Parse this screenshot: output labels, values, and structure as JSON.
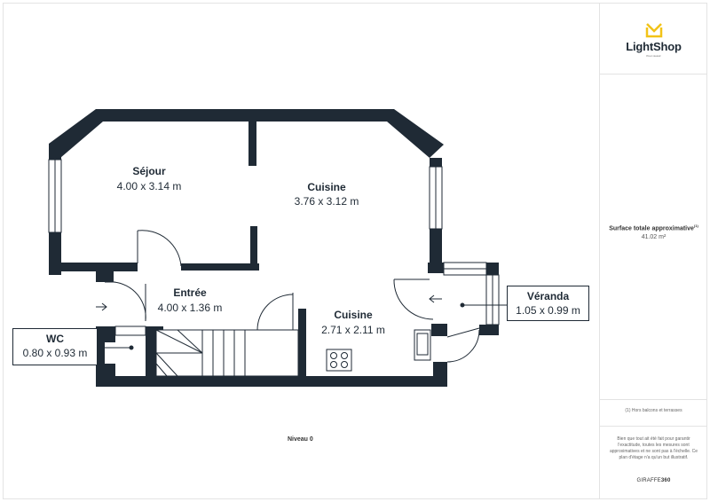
{
  "brand": {
    "name": "LightShop",
    "tagline": "Pour réussir"
  },
  "colors": {
    "wall": "#1f2a35",
    "logo_accent": "#f2c318",
    "border": "#e3e3e3"
  },
  "surface": {
    "title": "Surface totale approximative",
    "superscript": "(1)",
    "value": "41.02 m²"
  },
  "footnote": "(1) Hors balcons et terrasses",
  "disclaimer": "Bien que tout ait été fait pour garantir l'exactitude, toutes les mesures sont approximatives et ne sont pas à l'échelle. Ce plan d'étage n'a qu'un but illustratif.",
  "credit": {
    "light": "GIRAFFE",
    "bold": "360"
  },
  "level_label": "Niveau 0",
  "rooms": {
    "sejour": {
      "name": "Séjour",
      "dims": "4.00 x 3.14 m"
    },
    "cuisine_top": {
      "name": "Cuisine",
      "dims": "3.76 x 3.12 m"
    },
    "entree": {
      "name": "Entrée",
      "dims": "4.00 x 1.36 m"
    },
    "cuisine_bottom": {
      "name": "Cuisine",
      "dims": "2.71 x 2.11 m"
    },
    "wc": {
      "name": "WC",
      "dims": "0.80 x 0.93 m"
    },
    "veranda": {
      "name": "Véranda",
      "dims": "1.05 x 0.99 m"
    }
  }
}
